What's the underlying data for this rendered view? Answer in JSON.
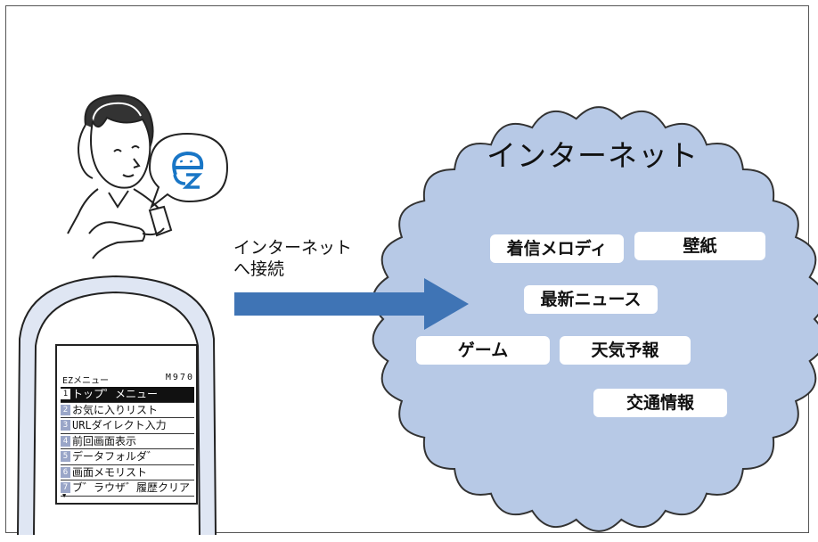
{
  "cloud": {
    "title": "インターネット",
    "fill": "#b7c9e6",
    "services": [
      "着信メロディ",
      "壁紙",
      "最新ニュース",
      "ゲーム",
      "天気予報",
      "交通情報"
    ]
  },
  "arrow": {
    "label_line1": "インターネット",
    "label_line2": "へ接続",
    "color": "#3f74b5"
  },
  "bubble": {
    "icon": "ez-logo-icon",
    "text": "ez"
  },
  "phone": {
    "screen": {
      "header_left": "EZメニュー",
      "header_right": "M970",
      "menu": [
        {
          "num": "1",
          "label": "トップ゜メニュー",
          "selected": true
        },
        {
          "num": "2",
          "label": "お気に入りリスト",
          "selected": false
        },
        {
          "num": "3",
          "label": "URLダイレクト入力",
          "selected": false
        },
        {
          "num": "4",
          "label": "前回画面表示",
          "selected": false
        },
        {
          "num": "5",
          "label": "データフォルダ゛",
          "selected": false
        },
        {
          "num": "6",
          "label": "画面メモリスト",
          "selected": false
        },
        {
          "num": "7",
          "label": "ブ゛ラウザ゛履歴クリア",
          "selected": false
        }
      ],
      "more_indicator": "▼"
    }
  }
}
